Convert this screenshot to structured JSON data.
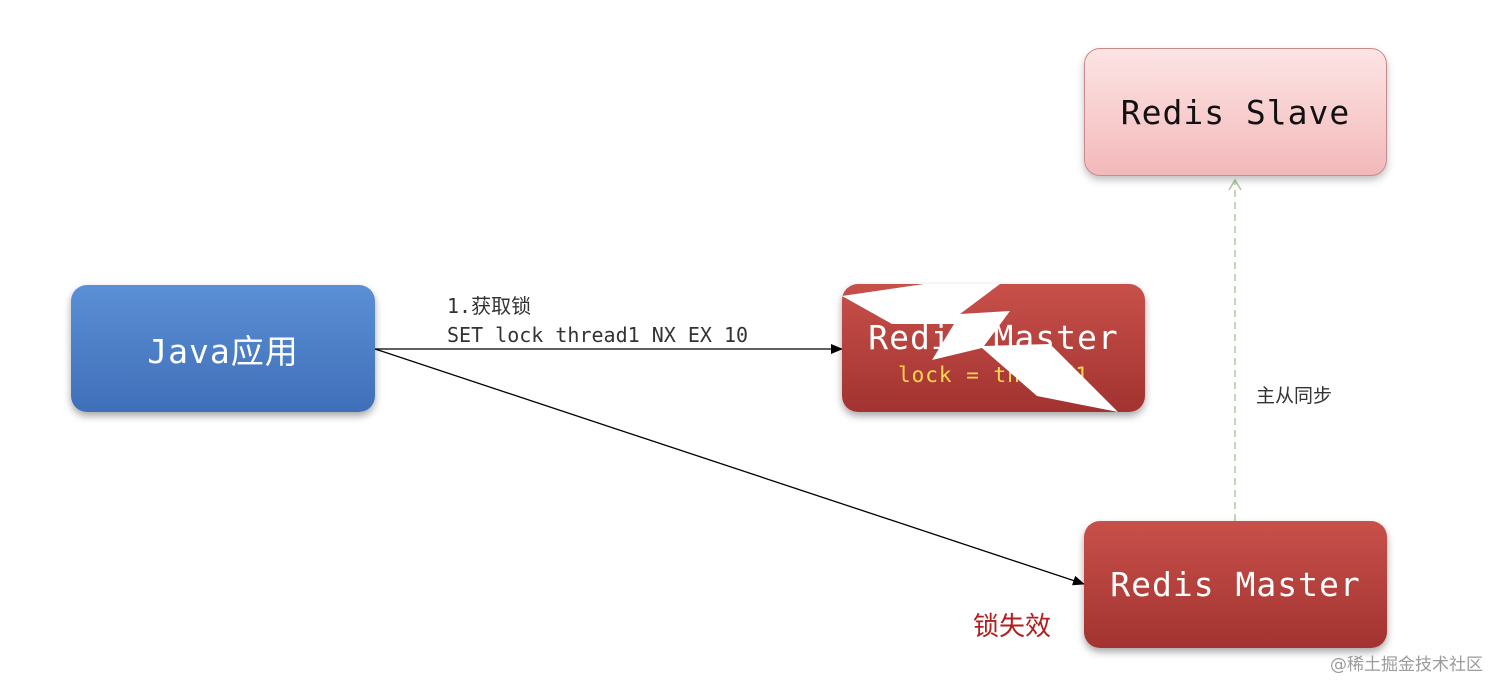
{
  "nodes": {
    "java_app": "Java应用",
    "master_top": {
      "title": "Redis Master",
      "lock_value": "lock = thread1"
    },
    "slave": "Redis Slave",
    "master_bottom": "Redis Master"
  },
  "edges": {
    "acquire": {
      "line1": "1.获取锁",
      "line2": "SET lock thread1 NX EX 10"
    },
    "sync": "主从同步"
  },
  "annotations": {
    "lock_failure": "锁失效",
    "watermark": "@稀土掘金技术社区"
  },
  "colors": {
    "java_node": "#4a7cc6",
    "master_node": "#b8403c",
    "slave_node": "#f8cfd0",
    "lock_text": "#ffd84d",
    "failure_text": "#b21e1e",
    "sync_line": "#a9c49a"
  },
  "icons": {
    "outage": "lightning-bolt-icon"
  }
}
